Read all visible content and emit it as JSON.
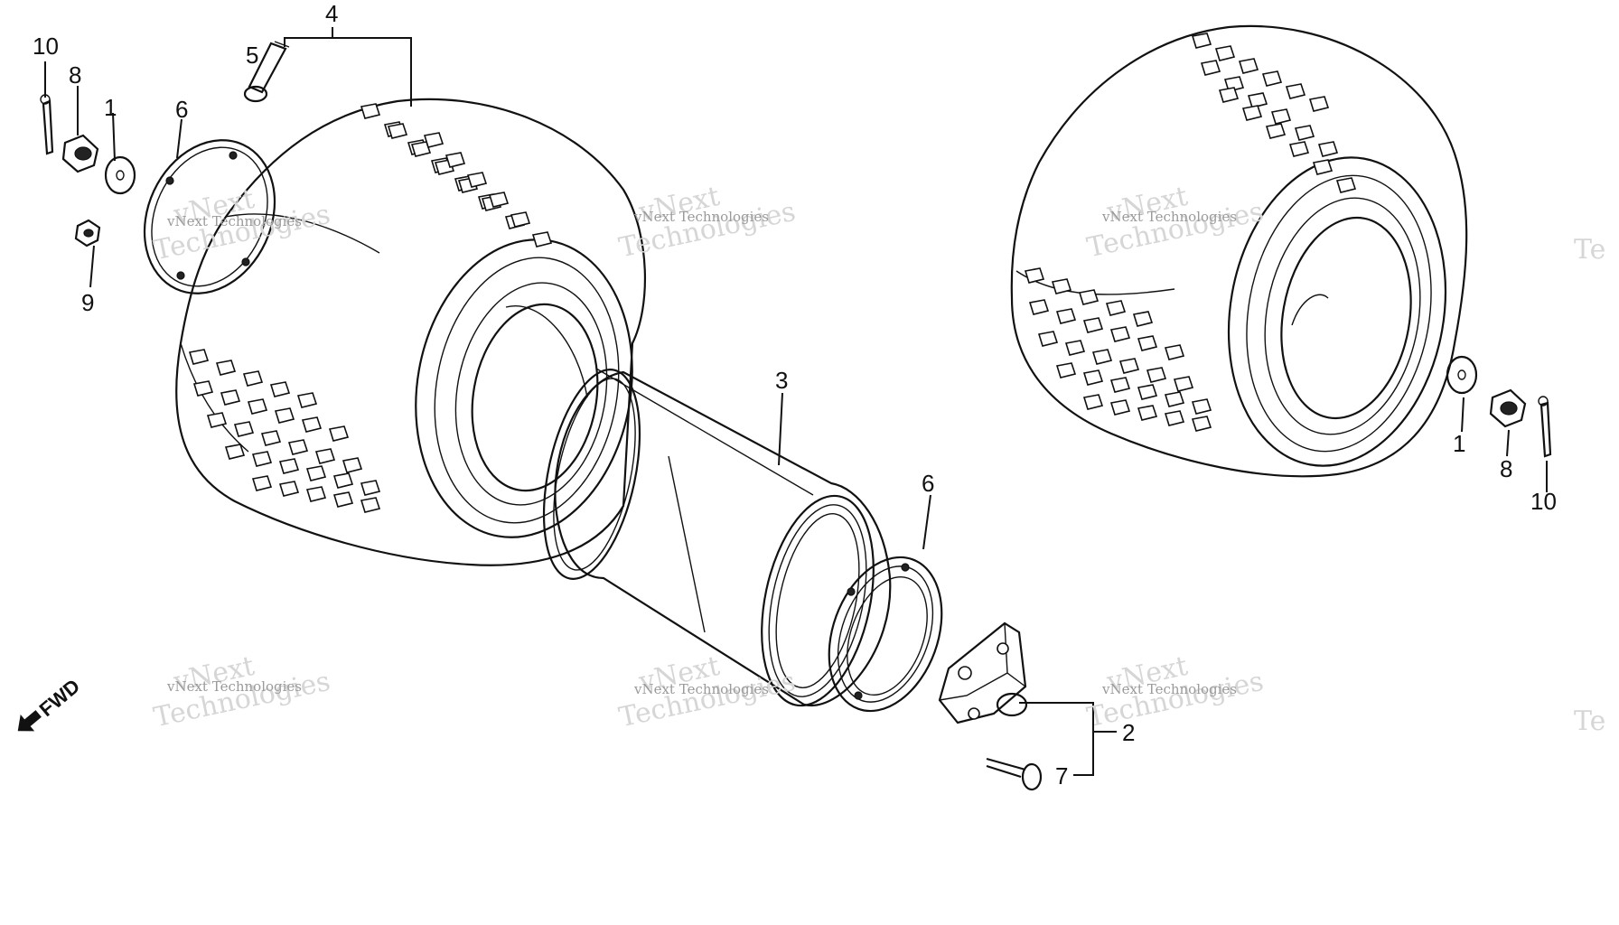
{
  "diagram": {
    "labels": [
      {
        "id": "label-10-left",
        "text": "10"
      },
      {
        "id": "label-8-left",
        "text": "8"
      },
      {
        "id": "label-1-left",
        "text": "1"
      },
      {
        "id": "label-6-left",
        "text": "6"
      },
      {
        "id": "label-5",
        "text": "5"
      },
      {
        "id": "label-4",
        "text": "4"
      },
      {
        "id": "label-9",
        "text": "9"
      },
      {
        "id": "label-3",
        "text": "3"
      },
      {
        "id": "label-6-center",
        "text": "6"
      },
      {
        "id": "label-2",
        "text": "2"
      },
      {
        "id": "label-7",
        "text": "7"
      },
      {
        "id": "label-1-right",
        "text": "1"
      },
      {
        "id": "label-8-right",
        "text": "8"
      },
      {
        "id": "label-10-right",
        "text": "10"
      }
    ],
    "direction_label": "FWD"
  },
  "watermark": {
    "big_line1": "vNext",
    "big_line2": "Technologies",
    "small": "vNext Technologies",
    "edge": "Te"
  }
}
